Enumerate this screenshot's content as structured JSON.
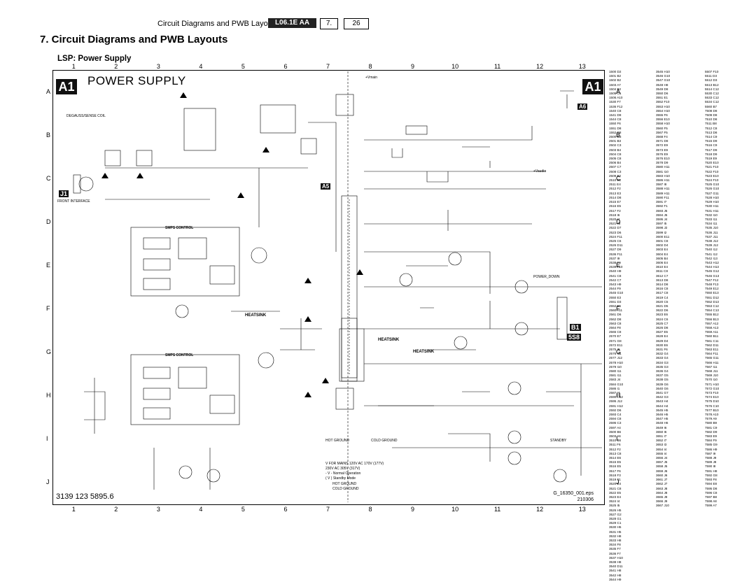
{
  "header": {
    "title": "Circuit Diagrams and PWB Layouts",
    "model": "L06.1E AA",
    "chapter_no": "7.",
    "page_no": "26"
  },
  "chapter_heading": "7.   Circuit Diagrams and PWB Layouts",
  "subtitle": "LSP: Power Supply",
  "sheet": {
    "id": "A1",
    "title": "POWER SUPPLY",
    "columns": [
      "1",
      "2",
      "3",
      "4",
      "5",
      "6",
      "7",
      "8",
      "9",
      "10",
      "11",
      "12",
      "13"
    ],
    "rows": [
      "A",
      "B",
      "C",
      "D",
      "E",
      "F",
      "G",
      "H",
      "I",
      "J"
    ],
    "ref_number": "3139 123 5895.6",
    "eps_file": "G_16350_001.eps",
    "eps_date": "210306"
  },
  "tags": {
    "a5": "A5",
    "a6": "A6",
    "b1": "B1",
    "b5": "5S8",
    "j1": "J1",
    "heatsink": "HEATSINK"
  },
  "block_labels": {
    "smps1": "SMPS CONTROL",
    "smps2": "SMPS CONTROL",
    "mains": "DEGAUSS/SENSE COIL",
    "front": "FRONT INTERFACE",
    "vmain": "+Vmain",
    "vaudio": "+Vaudio",
    "power_down": "POWER_DOWN",
    "standby": "STANDBY"
  },
  "legend": {
    "hot": "HOT GROUND",
    "cold": "COLD GROUND",
    "line1": "V     FOR MAINS   120V AC 170V (177V)",
    "line2": "                      230V AC 305V (317V)",
    "line3": "- V -    Normal Operation",
    "line4": "( V )    Standby Mode",
    "hot2": "HOT GROUND",
    "cold2": "COLD GROUND"
  },
  "parts_list": {
    "col1": "1500 D2\n1501 B2\n1502 B2\n1503 A7\n1504 B2\n1505 C1\n1506 A10\n1530 F7\n1536 F12\n1540 C8\n1541 D8\n1544 C8\n1550 F6\n1551 D8\n1552 D8\n2500 C3\n2501 B3\n2502 C3\n2503 B4\n2504 C8\n2505 C8\n2506 B4\n2507 C7\n2508 C3\n2509 E2\n2510 E2\n2511 E4\n2512 F2\n2513 E3\n2514 D8\n2515 E7\n2516 E5\n2517 F2\n2518 I6\n2520 I4\n2521 J3\n2522 D7\n2523 D6\n2524 F11\n2525 C6\n2526 D11\n2527 D9\n2536 F11\n2537 I9\n2538 F9\n2539 F10\n2540 H9\n2541 C8\n2542 C7\n2543 H9\n2544 F9\n2545 G10\n2550 E3\n2551 D3\n2552 E5\n2560 A11\n2561 D6\n2562 D8\n2563 C8\n2564 F8\n2565 C8\n2570 E7\n2571 G8\n2572 E11\n2575 I8\n2576 I11\n2577 J12\n2578 H10\n2579 I10\n2580 I11\n2581 I11\n2583 J4\n2584 G10\n2586 I1\n2587 I4\n2590 H12\n2595 J12\n2591 H12\n2592 D6\n2593 C4\n2594 C8\n2595 C3\n2597 A4\n3500 B6\n3503 A6\n3510 B6\n3511 F6\n3512 F2\n3513 C8\n3514 E6\n3515 E5\n3516 E5\n3517 F6\n3518 F3\n3519 F1\n3520 E4\n3521 C8\n3522 E5\n3523 E4\n3524 I4\n3525 I5\n3526 H5\n3527 G2\n3528 G1\n3529 C1\n3530 H5\n3531 H5\n3532 H8\n3533 H8\n3534 F8\n3535 F7\n3536 F7\n3537 H10\n3538 H8\n3540 D11\n3541 H8\n3542 H8\n3544 H9",
    "col2": "3545 H10\n3546 G10\n3547 G10\n3548 H8\n3549 D8\n3550 D6\n3551 E1\n3552 F10\n3553 H10\n3554 H10\n3555 F6\n3556 E10\n3558 H10\n3560 F5\n3567 F5\n3568 F4\n3571 D8\n3572 E9\n3573 E9\n3576 E9\n3576 E10\n3578 D9\n3580 H11\n3581 I10\n3583 H10\n3586 H11\n3587 I8\n3588 H11\n3589 H11\n3590 F11\n3591 I7\n3592 F1\n3593 J5\n3594 J5\n3595 J4\n3597 I5\n3598 J2\n3599 I2\n3600 E11\n3601 C8\n3602 D4\n3603 E4\n3604 E4\n3605 B4\n3606 E4\n3610 E4\n3611 C8\n3612 C7\n3613 D8\n3614 D8\n3616 C8\n3617 C8\n3619 C4\n3620 C5\n3621 D5\n3622 D6\n3623 E6\n3624 C6\n3625 C7\n3626 D8\n3627 E5\n3628 E4\n3629 D4\n3630 E6\n3631 F6\n3632 G4\n3633 G4\n3634 G3\n3635 G3\n3636 G4\n3637 G5\n3638 G5\n3639 G6\n3640 G6\n3641 G7\n3642 G3\n3643 H4\n3644 H4\n3645 H5\n3646 H5\n3647 H5\n3648 H6\n3649 I6\n3650 I6\n3651 I7\n3652 I7\n3653 I3\n3654 I4\n3655 I4\n3656 J4\n3657 J5\n3658 J5\n3659 J6\n3660 J6\n3661 J7\n3662 J7\n3663 J8\n3664 J8\n3665 J9\n3666 J9\n3667 J10",
    "col3": "5507 F10\n5511 D3\n5512 D3\n5513 B12\n5514 C12\n5530 C12\n5533 C12\n5534 C12\n5560 B7\n7508 D8\n7509 D8\n7510 D8\n7511 B8\n7512 C8\n7513 D8\n7514 C9\n7515 D9\n7516 C9\n7517 D9\n7518 D9\n7519 E9\n7520 E10\n7521 F10\n7522 F10\n7523 E10\n7524 F10\n7525 G10\n7526 G10\n7527 G11\n7528 H10\n7529 H10\n7530 H11\n7531 H11\n7532 I10\n7533 I11\n7534 I11\n7535 J10\n7536 J11\n7537 J11\n7538 J12\n7539 J12\n7540 I12\n7541 I12\n7542 I13\n7543 H12\n7544 H13\n7545 G12\n7546 G13\n7547 F12\n7548 F13\n7549 E12\n7550 E13\n7551 D12\n7552 D13\n7553 C12\n7554 C13\n7555 B12\n7556 B13\n7557 A12\n7558 A13\n7559 A11\n7560 B11\n7561 C11\n7562 D11\n7563 E11\n7564 F11\n7565 G11\n7566 H11\n7567 I11\n7568 J11\n7569 J10\n7570 I10\n7571 H10\n7572 G10\n7573 F10\n7574 E10\n7575 D10\n7576 C10\n7577 B10\n7578 A10\n7579 A9\n7580 B9\n7581 C9\n7582 D9\n7583 E9\n7584 F9\n7585 G9\n7586 H9\n7587 I9\n7588 J9\n7589 J8\n7590 I8\n7591 H8\n7592 G8\n7593 F8\n7594 E8\n7595 D8\n7596 C8\n7597 B8\n7598 A8\n7599 A7"
  }
}
